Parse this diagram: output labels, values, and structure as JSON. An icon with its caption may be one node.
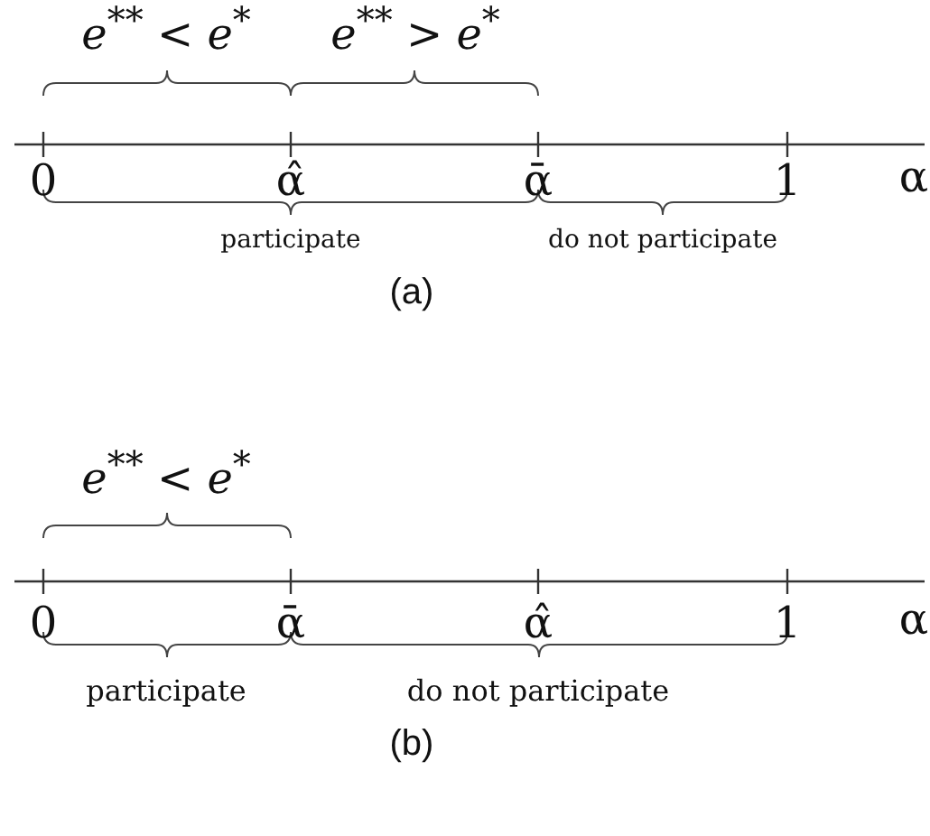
{
  "diagram": {
    "labels": [
      "*e*$^{**}$ < *e*$^{*}$",
      "*e*$^{**}$ > *e*$^{*}$",
      "0",
      "α̂",
      "ᾱ",
      "1",
      "α",
      "participate",
      "do not participate",
      "(a)",
      "*e*$^{**}$ < *e*$^{*}$",
      "0",
      "ᾱ",
      "α̂",
      "1",
      "α",
      "participate",
      "do not participate",
      "(b)"
    ]
  }
}
